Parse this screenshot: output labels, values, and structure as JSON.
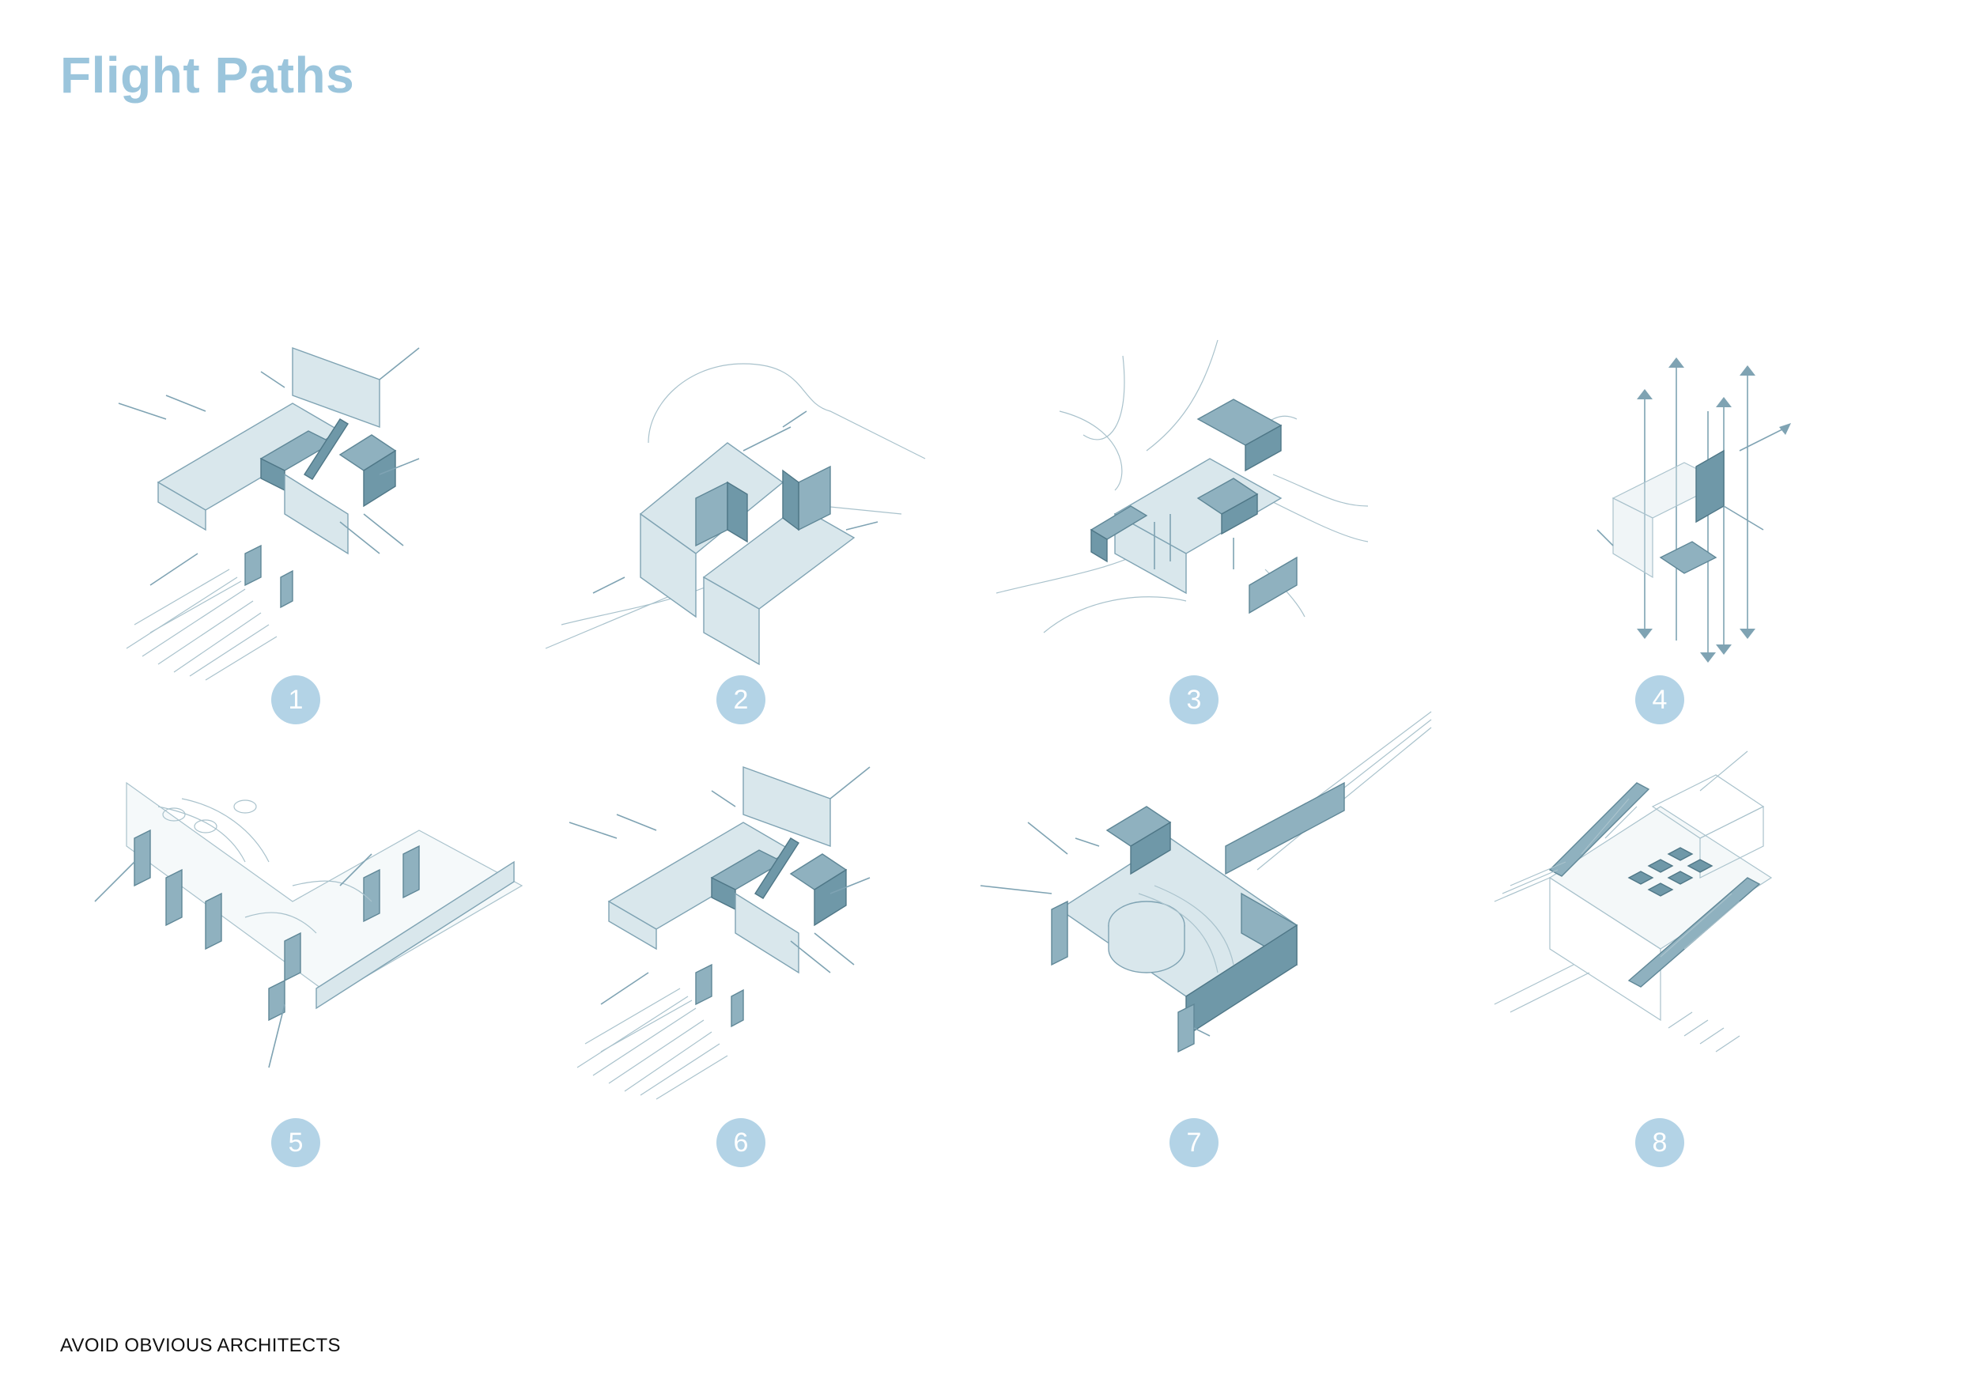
{
  "title": "Flight Paths",
  "diagrams": [
    {
      "number": "1"
    },
    {
      "number": "2"
    },
    {
      "number": "3"
    },
    {
      "number": "4"
    },
    {
      "number": "5"
    },
    {
      "number": "6"
    },
    {
      "number": "7"
    },
    {
      "number": "8"
    }
  ],
  "footer": {
    "bold": "AVOID OBVIOUS",
    "light": " ARCHITECTS"
  },
  "colors": {
    "accent": "#9bc5dc",
    "badge": "#b3d3e6",
    "line": "#7fa3b3",
    "fill_light": "#d9e7ec",
    "fill_dark": "#8fb1bf"
  }
}
